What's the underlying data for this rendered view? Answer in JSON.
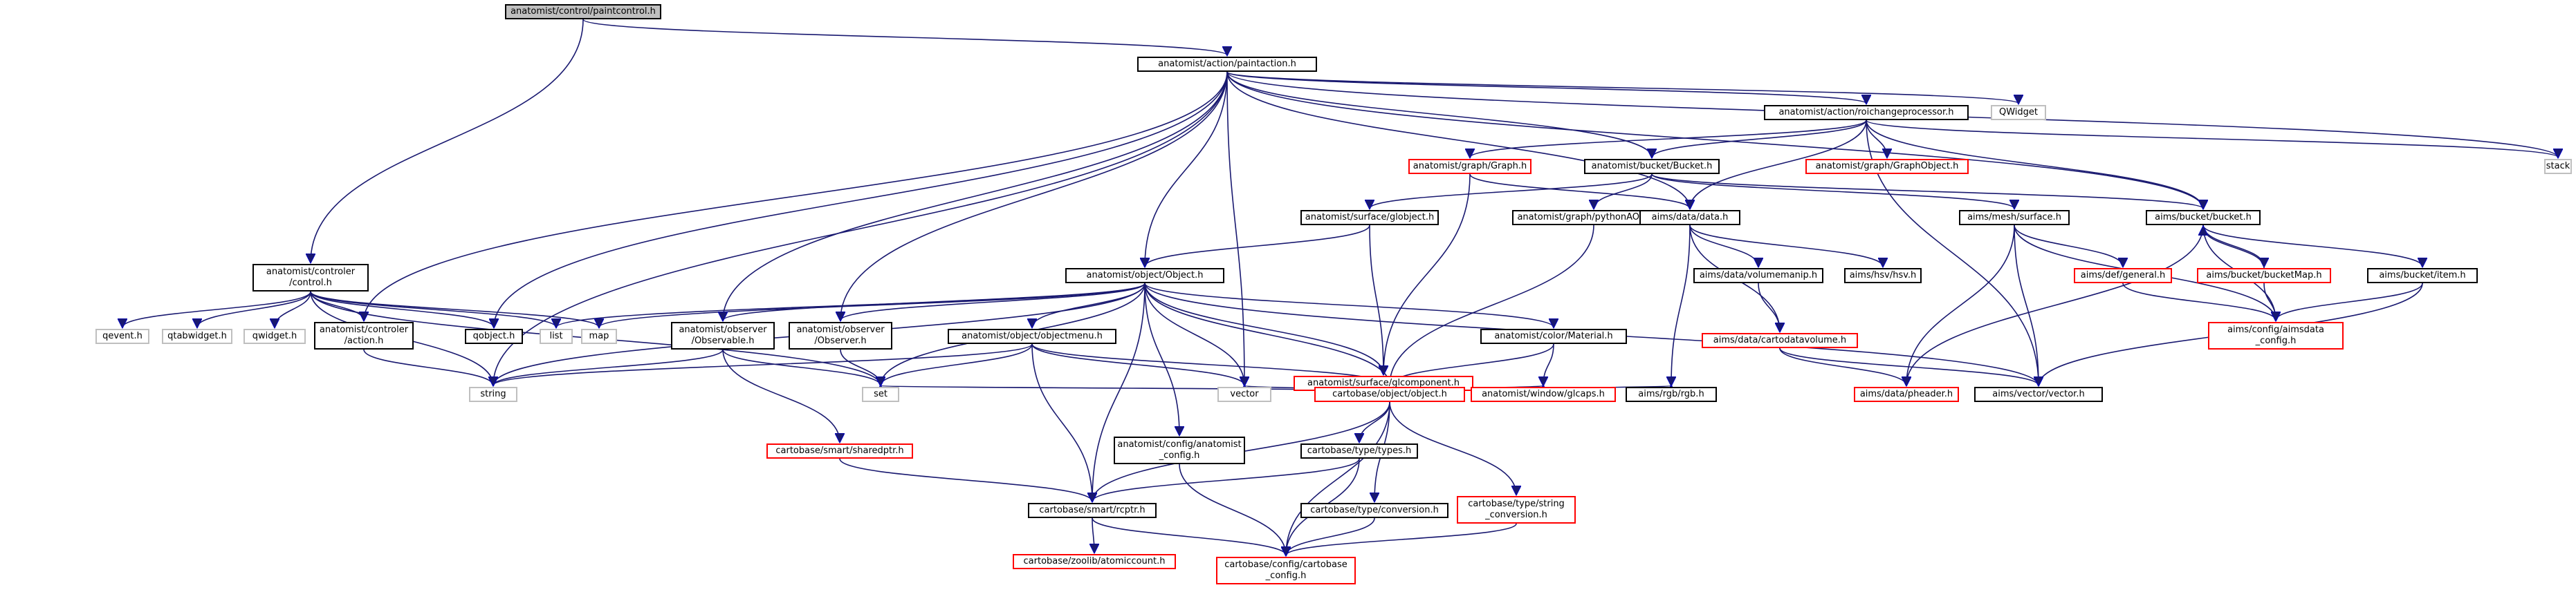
{
  "title": "anatomist/control/paintcontrol.h",
  "colors": {
    "edge": "#191970",
    "edge_outline": "#0000cd",
    "root_fill": "#bfbfbf",
    "node_border": "#000000",
    "missing_doc_border": "#ff0000",
    "external_border": "#bfbfbf"
  },
  "nodes": [
    {
      "id": "paintcontrol",
      "kind": "root",
      "lines": [
        "anatomist/control/paintcontrol.h"
      ]
    },
    {
      "id": "paintaction",
      "kind": "documented",
      "lines": [
        "anatomist/action/paintaction.h"
      ]
    },
    {
      "id": "controler_control",
      "kind": "documented",
      "lines": [
        "anatomist/controler",
        "/control.h"
      ]
    },
    {
      "id": "qevent",
      "kind": "external",
      "lines": [
        "qevent.h"
      ]
    },
    {
      "id": "qtabwidget",
      "kind": "external",
      "lines": [
        "qtabwidget.h"
      ]
    },
    {
      "id": "qwidget_h",
      "kind": "external",
      "lines": [
        "qwidget.h"
      ]
    },
    {
      "id": "controler_action",
      "kind": "documented",
      "lines": [
        "anatomist/controler",
        "/action.h"
      ]
    },
    {
      "id": "qobject",
      "kind": "documented",
      "lines": [
        "qobject.h"
      ]
    },
    {
      "id": "list",
      "kind": "external",
      "lines": [
        "list"
      ]
    },
    {
      "id": "map",
      "kind": "external",
      "lines": [
        "map"
      ]
    },
    {
      "id": "string",
      "kind": "external",
      "lines": [
        "string"
      ]
    },
    {
      "id": "set",
      "kind": "external",
      "lines": [
        "set"
      ]
    },
    {
      "id": "vector",
      "kind": "external",
      "lines": [
        "vector"
      ]
    },
    {
      "id": "stack",
      "kind": "external",
      "lines": [
        "stack"
      ]
    },
    {
      "id": "QWidget",
      "kind": "external",
      "lines": [
        "QWidget"
      ]
    },
    {
      "id": "object_Object",
      "kind": "documented",
      "lines": [
        "anatomist/object/Object.h"
      ]
    },
    {
      "id": "observer_Observable",
      "kind": "documented",
      "lines": [
        "anatomist/observer",
        "/Observable.h"
      ]
    },
    {
      "id": "observer_Observer",
      "kind": "documented",
      "lines": [
        "anatomist/observer",
        "/Observer.h"
      ]
    },
    {
      "id": "objectmenu",
      "kind": "documented",
      "lines": [
        "anatomist/object/objectmenu.h"
      ]
    },
    {
      "id": "glcomponent",
      "kind": "missing",
      "lines": [
        "anatomist/surface/glcomponent.h"
      ]
    },
    {
      "id": "color_Material",
      "kind": "documented",
      "lines": [
        "anatomist/color/Material.h"
      ]
    },
    {
      "id": "cartobase_object",
      "kind": "missing",
      "lines": [
        "cartobase/object/object.h"
      ]
    },
    {
      "id": "glcaps",
      "kind": "missing",
      "lines": [
        "anatomist/window/glcaps.h"
      ]
    },
    {
      "id": "config_anatomist",
      "kind": "documented",
      "lines": [
        "anatomist/config/anatomist",
        "_config.h"
      ]
    },
    {
      "id": "sharedptr",
      "kind": "missing",
      "lines": [
        "cartobase/smart/sharedptr.h"
      ]
    },
    {
      "id": "rcptr",
      "kind": "documented",
      "lines": [
        "cartobase/smart/rcptr.h"
      ]
    },
    {
      "id": "types",
      "kind": "documented",
      "lines": [
        "cartobase/type/types.h"
      ]
    },
    {
      "id": "conversion",
      "kind": "documented",
      "lines": [
        "cartobase/type/conversion.h"
      ]
    },
    {
      "id": "string_conversion",
      "kind": "missing",
      "lines": [
        "cartobase/type/string",
        "_conversion.h"
      ]
    },
    {
      "id": "atomiccount",
      "kind": "missing",
      "lines": [
        "cartobase/zoolib/atomiccount.h"
      ]
    },
    {
      "id": "cartobase_config",
      "kind": "missing",
      "lines": [
        "cartobase/config/cartobase",
        "_config.h"
      ]
    },
    {
      "id": "roichange",
      "kind": "documented",
      "lines": [
        "anatomist/action/roichangeprocessor.h"
      ]
    },
    {
      "id": "graph_Graph",
      "kind": "missing",
      "lines": [
        "anatomist/graph/Graph.h"
      ]
    },
    {
      "id": "bucket_Bucket",
      "kind": "documented",
      "lines": [
        "anatomist/bucket/Bucket.h"
      ]
    },
    {
      "id": "GraphObject",
      "kind": "missing",
      "lines": [
        "anatomist/graph/GraphObject.h"
      ]
    },
    {
      "id": "globject",
      "kind": "documented",
      "lines": [
        "anatomist/surface/globject.h"
      ]
    },
    {
      "id": "pythonAObject",
      "kind": "documented",
      "lines": [
        "anatomist/graph/pythonAObject.h"
      ]
    },
    {
      "id": "aims_data",
      "kind": "documented",
      "lines": [
        "aims/data/data.h"
      ]
    },
    {
      "id": "aims_surface",
      "kind": "documented",
      "lines": [
        "aims/mesh/surface.h"
      ]
    },
    {
      "id": "aims_bucket",
      "kind": "documented",
      "lines": [
        "aims/bucket/bucket.h"
      ]
    },
    {
      "id": "volumemanip",
      "kind": "documented",
      "lines": [
        "aims/data/volumemanip.h"
      ]
    },
    {
      "id": "hsv",
      "kind": "documented",
      "lines": [
        "aims/hsv/hsv.h"
      ]
    },
    {
      "id": "def_general",
      "kind": "missing",
      "lines": [
        "aims/def/general.h"
      ]
    },
    {
      "id": "bucketMap",
      "kind": "missing",
      "lines": [
        "aims/bucket/bucketMap.h"
      ]
    },
    {
      "id": "bucket_item",
      "kind": "documented",
      "lines": [
        "aims/bucket/item.h"
      ]
    },
    {
      "id": "cartodatavolume",
      "kind": "missing",
      "lines": [
        "aims/data/cartodatavolume.h"
      ]
    },
    {
      "id": "aimsdata_config",
      "kind": "missing",
      "lines": [
        "aims/config/aimsdata",
        "_config.h"
      ]
    },
    {
      "id": "rgb",
      "kind": "documented",
      "lines": [
        "aims/rgb/rgb.h"
      ]
    },
    {
      "id": "pheader",
      "kind": "missing",
      "lines": [
        "aims/data/pheader.h"
      ]
    },
    {
      "id": "aims_vector",
      "kind": "documented",
      "lines": [
        "aims/vector/vector.h"
      ]
    }
  ],
  "edges": [
    [
      "paintcontrol",
      "paintaction"
    ],
    [
      "paintcontrol",
      "controler_control"
    ],
    [
      "paintaction",
      "roichange"
    ],
    [
      "paintaction",
      "QWidget"
    ],
    [
      "paintaction",
      "stack"
    ],
    [
      "paintaction",
      "bucket_Bucket"
    ],
    [
      "paintaction",
      "aims_bucket"
    ],
    [
      "paintaction",
      "aims_data"
    ],
    [
      "paintaction",
      "object_Object"
    ],
    [
      "paintaction",
      "vector"
    ],
    [
      "paintaction",
      "observer_Observer"
    ],
    [
      "paintaction",
      "observer_Observable"
    ],
    [
      "paintaction",
      "qobject"
    ],
    [
      "paintaction",
      "controler_action"
    ],
    [
      "paintaction",
      "string"
    ],
    [
      "controler_control",
      "qevent"
    ],
    [
      "controler_control",
      "qtabwidget"
    ],
    [
      "controler_control",
      "qwidget_h"
    ],
    [
      "controler_control",
      "controler_action"
    ],
    [
      "controler_control",
      "qobject"
    ],
    [
      "controler_control",
      "list"
    ],
    [
      "controler_control",
      "map"
    ],
    [
      "controler_control",
      "string"
    ],
    [
      "controler_control",
      "set"
    ],
    [
      "controler_action",
      "string"
    ],
    [
      "roichange",
      "graph_Graph"
    ],
    [
      "roichange",
      "bucket_Bucket"
    ],
    [
      "roichange",
      "GraphObject"
    ],
    [
      "roichange",
      "aims_data"
    ],
    [
      "roichange",
      "aims_bucket"
    ],
    [
      "roichange",
      "stack"
    ],
    [
      "roichange",
      "aims_vector"
    ],
    [
      "graph_Graph",
      "aims_data"
    ],
    [
      "graph_Graph",
      "glcomponent"
    ],
    [
      "bucket_Bucket",
      "globject"
    ],
    [
      "bucket_Bucket",
      "pythonAObject"
    ],
    [
      "bucket_Bucket",
      "aims_surface"
    ],
    [
      "bucket_Bucket",
      "aims_bucket"
    ],
    [
      "globject",
      "object_Object"
    ],
    [
      "globject",
      "glcomponent"
    ],
    [
      "pythonAObject",
      "cartobase_object"
    ],
    [
      "object_Object",
      "list"
    ],
    [
      "object_Object",
      "map"
    ],
    [
      "object_Object",
      "string"
    ],
    [
      "object_Object",
      "observer_Observable"
    ],
    [
      "object_Object",
      "observer_Observer"
    ],
    [
      "object_Object",
      "objectmenu"
    ],
    [
      "object_Object",
      "set"
    ],
    [
      "object_Object",
      "vector"
    ],
    [
      "object_Object",
      "glcomponent"
    ],
    [
      "object_Object",
      "color_Material"
    ],
    [
      "object_Object",
      "cartobase_object"
    ],
    [
      "object_Object",
      "rcptr"
    ],
    [
      "object_Object",
      "config_anatomist"
    ],
    [
      "object_Object",
      "aims_vector"
    ],
    [
      "observer_Observable",
      "string"
    ],
    [
      "observer_Observable",
      "set"
    ],
    [
      "observer_Observable",
      "sharedptr"
    ],
    [
      "observer_Observer",
      "set"
    ],
    [
      "objectmenu",
      "string"
    ],
    [
      "objectmenu",
      "set"
    ],
    [
      "objectmenu",
      "vector"
    ],
    [
      "objectmenu",
      "cartobase_object"
    ],
    [
      "objectmenu",
      "rcptr"
    ],
    [
      "glcomponent",
      "set"
    ],
    [
      "glcomponent",
      "vector"
    ],
    [
      "glcomponent",
      "cartobase_object"
    ],
    [
      "glcomponent",
      "glcaps"
    ],
    [
      "glcomponent",
      "rgb"
    ],
    [
      "color_Material",
      "cartobase_object"
    ],
    [
      "color_Material",
      "glcaps"
    ],
    [
      "cartobase_object",
      "types"
    ],
    [
      "cartobase_object",
      "conversion"
    ],
    [
      "cartobase_object",
      "string_conversion"
    ],
    [
      "cartobase_object",
      "rcptr"
    ],
    [
      "cartobase_object",
      "cartobase_config"
    ],
    [
      "types",
      "rcptr"
    ],
    [
      "types",
      "cartobase_config"
    ],
    [
      "conversion",
      "cartobase_config"
    ],
    [
      "string_conversion",
      "cartobase_config"
    ],
    [
      "sharedptr",
      "rcptr"
    ],
    [
      "rcptr",
      "atomiccount"
    ],
    [
      "rcptr",
      "cartobase_config"
    ],
    [
      "config_anatomist",
      "cartobase_config"
    ],
    [
      "aims_data",
      "volumemanip"
    ],
    [
      "aims_data",
      "hsv"
    ],
    [
      "aims_data",
      "cartodatavolume"
    ],
    [
      "aims_data",
      "rgb"
    ],
    [
      "volumemanip",
      "cartodatavolume"
    ],
    [
      "cartodatavolume",
      "pheader"
    ],
    [
      "cartodatavolume",
      "aims_vector"
    ],
    [
      "aims_surface",
      "def_general"
    ],
    [
      "aims_surface",
      "aimsdata_config"
    ],
    [
      "aims_surface",
      "aims_vector"
    ],
    [
      "aims_surface",
      "pheader"
    ],
    [
      "aims_bucket",
      "bucketMap"
    ],
    [
      "aims_bucket",
      "bucket_item"
    ],
    [
      "aims_bucket",
      "aimsdata_config"
    ],
    [
      "aims_bucket",
      "pheader"
    ],
    [
      "bucketMap",
      "aims_bucket"
    ],
    [
      "bucketMap",
      "aimsdata_config"
    ],
    [
      "bucket_item",
      "aimsdata_config"
    ],
    [
      "bucket_item",
      "aims_vector"
    ],
    [
      "def_general",
      "aimsdata_config"
    ]
  ]
}
